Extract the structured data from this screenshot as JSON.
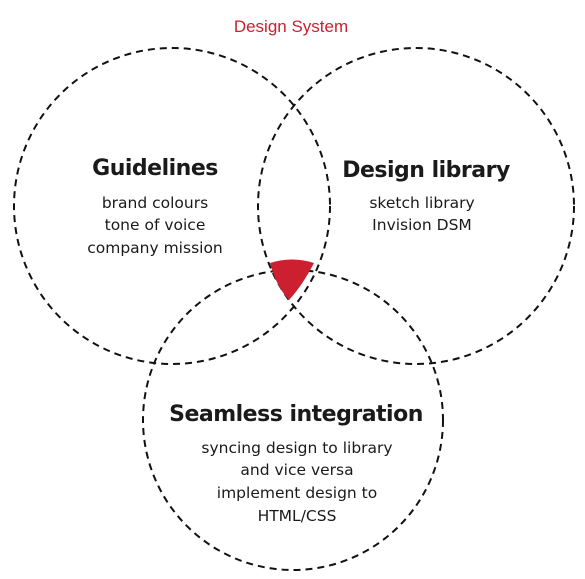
{
  "title": "Design System",
  "colors": {
    "accent": "#cc2030",
    "stroke": "#111111",
    "text": "#1a1a1a"
  },
  "sets": [
    {
      "id": "guidelines",
      "heading": "Guidelines",
      "items": [
        "brand colours",
        "tone of voice",
        "company mission"
      ]
    },
    {
      "id": "design-library",
      "heading": "Design library",
      "items": [
        "sketch library",
        "Invision DSM"
      ]
    },
    {
      "id": "seamless-integration",
      "heading": "Seamless integration",
      "items": [
        "syncing design to library",
        "and vice versa",
        "implement design to",
        "HTML/CSS"
      ]
    }
  ]
}
